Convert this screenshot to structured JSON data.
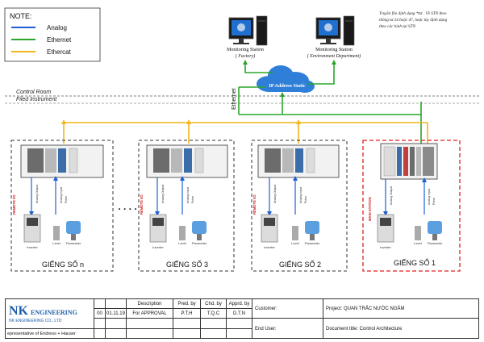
{
  "legend": {
    "title": "NOTE:",
    "items": [
      {
        "label": "Analog",
        "color": "#1f5fd6"
      },
      {
        "label": "Ethernet",
        "color": "#2aa52a"
      },
      {
        "label": "Ethercat",
        "color": "#f2b61c"
      }
    ]
  },
  "top_note": [
    "Truyền file định dạng *txt . Về STN theo",
    "thông tư 24 hoặc 47, hoặc tùy định dạng",
    "theo các hình tại STN"
  ],
  "stations": {
    "factory": {
      "title": "Monitoring Station",
      "subtitle": "( Factory)"
    },
    "environment": {
      "title": "Monitoring Station",
      "subtitle": "( Environment Department)"
    }
  },
  "cloud_label": "IP Address Static",
  "ethernet_label": "Ethernet",
  "zones": {
    "control_room": "Control Room",
    "field": "Filed Instrument"
  },
  "wells": [
    {
      "name": "GIẾNG SỐ n",
      "side_label": "REMOTE I/O"
    },
    {
      "name": "GIẾNG SỐ 3",
      "side_label": "REMOTE I/O"
    },
    {
      "name": "GIẾNG SỐ 2",
      "side_label": "REMOTE I/O"
    },
    {
      "name": "GIẾNG SỐ 1",
      "side_label": "MAIN STATION"
    }
  ],
  "well_labels": {
    "analog_output": "Analog Output",
    "analog_input": "Analog Input",
    "pulse": "Pulse",
    "inverter": "Inverter",
    "level": "Level",
    "flowmeter": "Flowmeter"
  },
  "ellipsis": ". . . .",
  "colors": {
    "analog": "#1f5fd6",
    "ethernet": "#2aa52a",
    "ethercat": "#f2b61c",
    "main_border": "#e02020",
    "cloud": "#2f7fd8"
  },
  "title_block": {
    "logo_nk": "NK",
    "logo_sub": "ENGINEERING",
    "company": "NK ENGINEERING CO., LTD",
    "representative": "epresentative of Endress + Hauser",
    "headers": {
      "description": "Description",
      "preparedby": "Pred. by",
      "checkedby": "Chd. by",
      "approvedby": "Apprd. by"
    },
    "row": {
      "rev": "00",
      "date": "01.11.19",
      "description": "For APPROVAL",
      "preparedby": "P.T.H",
      "checkedby": "T.Q.C",
      "approvedby": "D.T.N"
    },
    "customer_label": "Customer:",
    "enduser_label": "End User:",
    "project": "Project:  QUAN TRẮC NƯỚC NGẦM",
    "doc_title": "Document title:  Control Architecture"
  }
}
